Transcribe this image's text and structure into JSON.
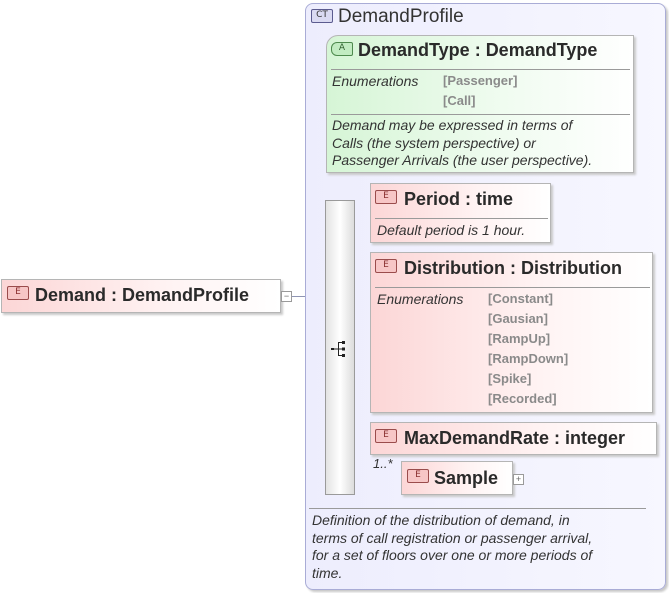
{
  "root": {
    "badge": "E",
    "name": "Demand : DemandProfile"
  },
  "complex_type": {
    "badge": "CT",
    "name": "DemandProfile",
    "documentation": [
      "Definition of the distribution of demand, in",
      "terms of call registration or passenger arrival,",
      "for a set of floors over one or more periods of",
      "time."
    ]
  },
  "attribute": {
    "badge": "A",
    "name": "DemandType : DemandType",
    "enum_label": "Enumerations",
    "enum_values": [
      "[Passenger]",
      "[Call]"
    ],
    "documentation": [
      "Demand may be expressed in terms of",
      "Calls (the system perspective) or",
      "Passenger Arrivals (the user perspective)."
    ]
  },
  "elements": {
    "period": {
      "badge": "E",
      "name": "Period : time",
      "documentation": "Default period is 1 hour."
    },
    "distribution": {
      "badge": "E",
      "name": "Distribution : Distribution",
      "enum_label": "Enumerations",
      "enum_values": [
        "[Constant]",
        "[Gausian]",
        "[RampUp]",
        "[RampDown]",
        "[Spike]",
        "[Recorded]"
      ]
    },
    "maxdemandrate": {
      "badge": "E",
      "name": "MaxDemandRate : integer"
    },
    "sample": {
      "badge": "E",
      "name": "Sample",
      "multiplicity": "1..*"
    }
  },
  "icons": {
    "sequence": "sequence-compositor-icon",
    "expand": "plus",
    "collapse": "minus"
  }
}
